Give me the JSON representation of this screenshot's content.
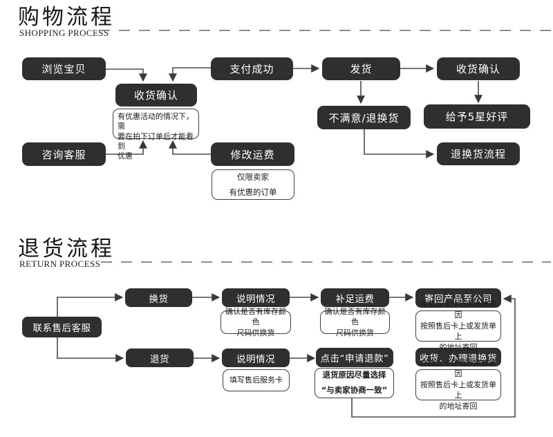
{
  "colors": {
    "box_bg": "#2f2f2f",
    "box_text": "#ffffff",
    "note_border": "#3d3d3d",
    "arrow": "#4a4a4a",
    "dash": "#666666",
    "title": "#161616"
  },
  "sections": {
    "shopping": {
      "title": "购物流程",
      "subtitle": "SHOPPING PROCESS",
      "nodes": {
        "browse": "浏览宝贝",
        "pay_success": "支付成功",
        "ship": "发货",
        "receipt_confirm_right": "收货确认",
        "receipt_confirm_mid": "收货确认",
        "unsatisfied": "不满意/退换货",
        "five_star": "给予5星好评",
        "consult": "咨询客服",
        "modify_fee": "修改运费",
        "return_flow": "退换货流程"
      },
      "notes": {
        "discount": [
          "有优惠活动的情况下，需",
          "要在拍下订单后才能看到",
          "优惠"
        ],
        "seller_only": [
          "仅限卖家",
          "有优惠的订单"
        ]
      }
    },
    "return": {
      "title": "退货流程",
      "subtitle": "RETURN PROCESS",
      "nodes": {
        "contact": "联系售后客服",
        "exchange": "换货",
        "explain_top": "说明情况",
        "topup_fee": "补足运费",
        "send_back": "寄回产品至公司",
        "return_goods": "退货",
        "explain_bottom": "说明情况",
        "apply_refund": "点击“申请退款”",
        "receive_process": "收货、办理退换货"
      },
      "notes": {
        "stock_check_top": [
          "确认是否有库存颜色",
          "尺码供换货"
        ],
        "stock_check_mid": [
          "确认是否有库存颜色",
          "尺码供换货"
        ],
        "send_back_note": [
          "在售后卡注明退换货原因",
          "按照售后卡上或发货单上",
          "的地址寄回"
        ],
        "fill_card": "填写售后服务卡",
        "refund_reason": [
          "退货原因尽量选择",
          "“与卖家协商一致”"
        ]
      }
    }
  }
}
